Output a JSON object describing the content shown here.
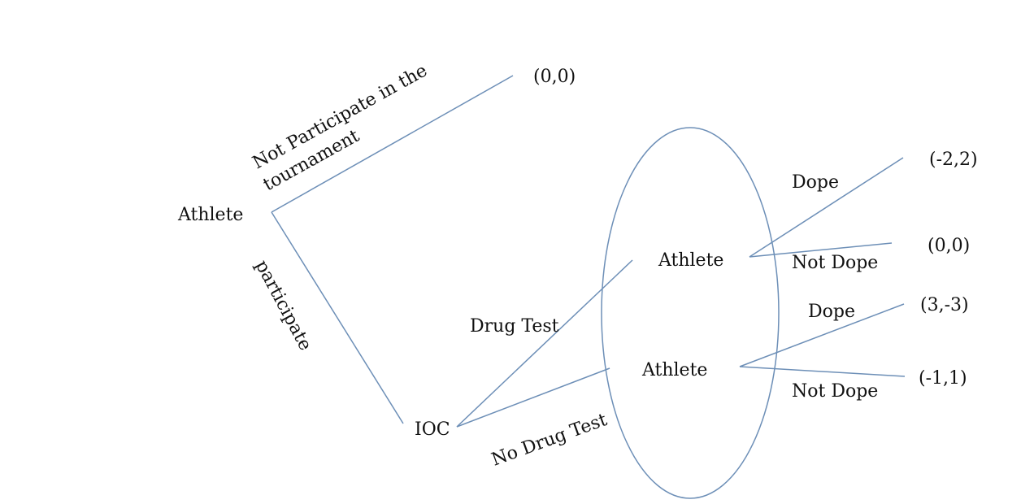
{
  "nodes": {
    "root": "Athlete",
    "ioc": "IOC",
    "athlete_upper": "Athlete",
    "athlete_lower": "Athlete"
  },
  "edges": {
    "not_participate_line1": "Not Participate in the",
    "not_participate_line2": "tournament",
    "participate": "participate",
    "drug_test": "Drug Test",
    "no_drug_test": "No Drug Test",
    "upper_dope": "Dope",
    "upper_not_dope": "Not Dope",
    "lower_dope": "Dope",
    "lower_not_dope": "Not Dope"
  },
  "payoffs": {
    "not_participate": "(0,0)",
    "test_dope": "(-2,2)",
    "test_not_dope": "(0,0)",
    "no_test_dope": "(3,-3)",
    "no_test_not_dope": "(-1,1)"
  },
  "colors": {
    "line": "#6d8fb7",
    "text": "#111111"
  }
}
